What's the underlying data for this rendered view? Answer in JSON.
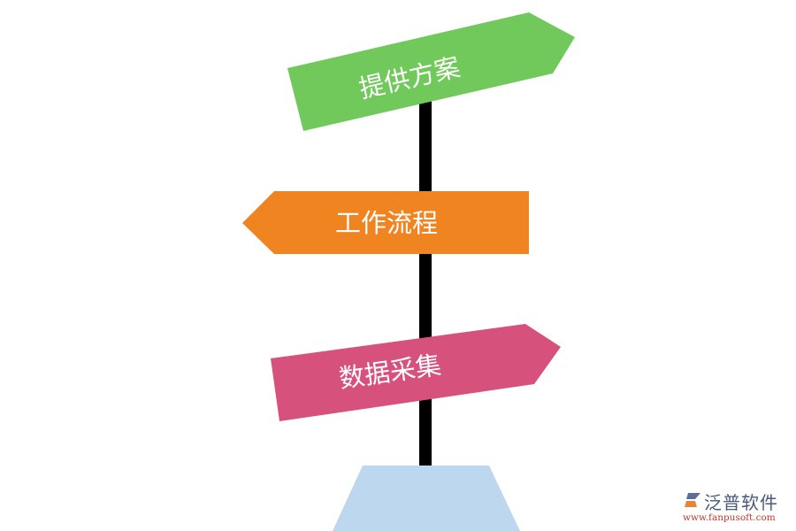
{
  "diagram": {
    "type": "signpost",
    "signs": [
      {
        "label": "提供方案",
        "direction": "right",
        "color": "#70c95a"
      },
      {
        "label": "工作流程",
        "direction": "left",
        "color": "#f08421"
      },
      {
        "label": "数据采集",
        "direction": "right",
        "color": "#d6517c"
      }
    ],
    "pole_color": "#000000",
    "base_color": "#bdd7ee"
  },
  "watermark": {
    "name": "泛普软件",
    "url": "www.fanpusoft.com"
  }
}
